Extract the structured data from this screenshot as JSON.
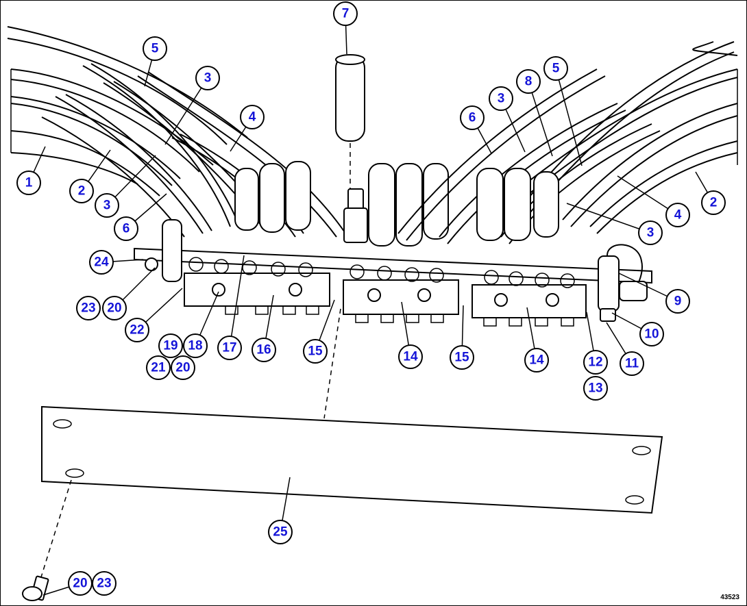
{
  "drawing": {
    "number": "43523"
  },
  "callouts": [
    {
      "id": "c1",
      "label": "1"
    },
    {
      "id": "c2a",
      "label": "2"
    },
    {
      "id": "c3a",
      "label": "3"
    },
    {
      "id": "c3b",
      "label": "3"
    },
    {
      "id": "c5a",
      "label": "5"
    },
    {
      "id": "c4a",
      "label": "4"
    },
    {
      "id": "c6a",
      "label": "6"
    },
    {
      "id": "c24",
      "label": "24"
    },
    {
      "id": "c23a",
      "label": "23"
    },
    {
      "id": "c20a",
      "label": "20"
    },
    {
      "id": "c22",
      "label": "22"
    },
    {
      "id": "c19",
      "label": "19"
    },
    {
      "id": "c18",
      "label": "18"
    },
    {
      "id": "c21",
      "label": "21"
    },
    {
      "id": "c20b",
      "label": "20"
    },
    {
      "id": "c17",
      "label": "17"
    },
    {
      "id": "c16",
      "label": "16"
    },
    {
      "id": "c15a",
      "label": "15"
    },
    {
      "id": "c7",
      "label": "7"
    },
    {
      "id": "c14a",
      "label": "14"
    },
    {
      "id": "c15b",
      "label": "15"
    },
    {
      "id": "c14b",
      "label": "14"
    },
    {
      "id": "c6b",
      "label": "6"
    },
    {
      "id": "c3c",
      "label": "3"
    },
    {
      "id": "c8",
      "label": "8"
    },
    {
      "id": "c5b",
      "label": "5"
    },
    {
      "id": "c2b",
      "label": "2"
    },
    {
      "id": "c4b",
      "label": "4"
    },
    {
      "id": "c3d",
      "label": "3"
    },
    {
      "id": "c9",
      "label": "9"
    },
    {
      "id": "c10",
      "label": "10"
    },
    {
      "id": "c11",
      "label": "11"
    },
    {
      "id": "c12",
      "label": "12"
    },
    {
      "id": "c13",
      "label": "13"
    },
    {
      "id": "c25",
      "label": "25"
    },
    {
      "id": "c20c",
      "label": "20"
    },
    {
      "id": "c23b",
      "label": "23"
    }
  ]
}
